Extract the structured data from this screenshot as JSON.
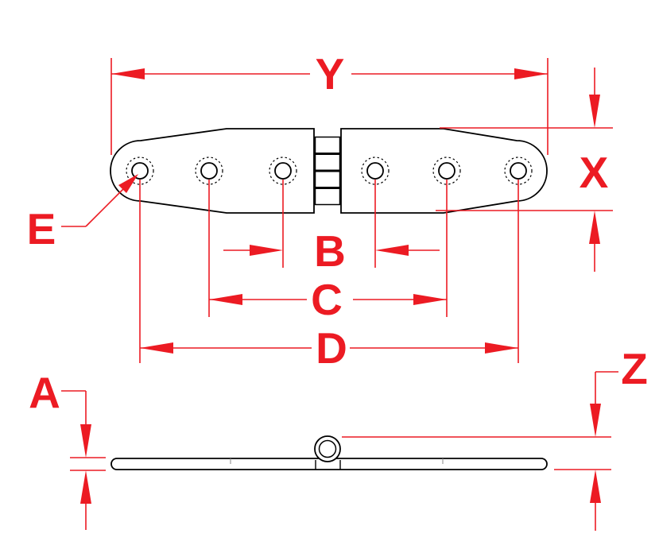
{
  "colors": {
    "dimension": "#ec1b23",
    "outline": "#000000",
    "background": "#ffffff"
  },
  "dimension_labels": {
    "y": "Y",
    "x": "X",
    "b": "B",
    "c": "C",
    "d": "D",
    "e": "E",
    "a": "A",
    "z": "Z"
  }
}
